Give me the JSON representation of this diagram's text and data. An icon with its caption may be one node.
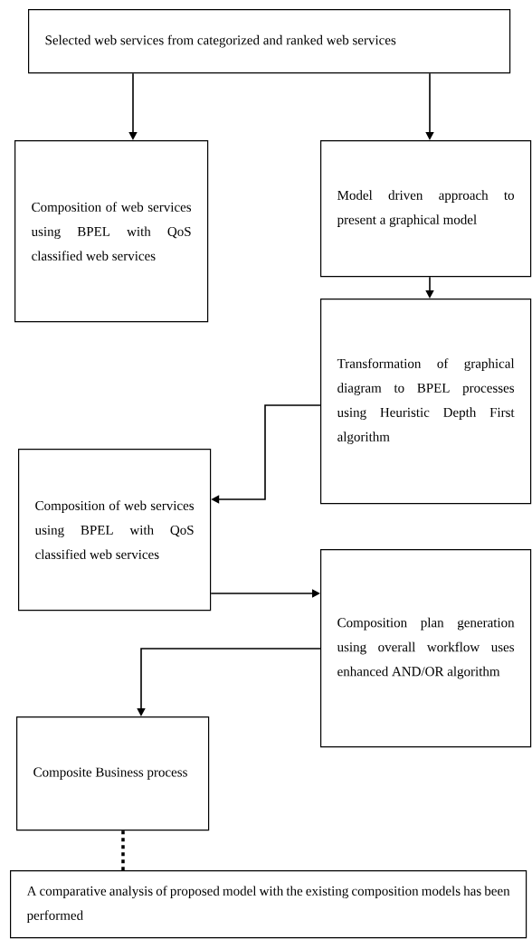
{
  "diagram": {
    "nodes": [
      {
        "text": [
          "Selected web services from categorized and ranked web services"
        ]
      },
      {
        "text": [
          "Composition of web services using BPEL with QoS classified web services"
        ]
      },
      {
        "text": [
          "Model driven approach to present a graphical model"
        ]
      },
      {
        "text": [
          "Transformation of graphical diagram to BPEL processes using Heuristic Depth First algorithm"
        ]
      },
      {
        "text": [
          "Composition of web services using BPEL with QoS classified web services"
        ]
      },
      {
        "text": [
          "Composition plan generation using overall workflow uses enhanced AND/OR algorithm"
        ]
      },
      {
        "text": [
          "Composite Business process"
        ]
      },
      {
        "text": [
          "A comparative analysis of proposed model with the existing composition models has been performed"
        ]
      }
    ],
    "edges": [
      {
        "from": 0,
        "to": 1,
        "arrow": "to"
      },
      {
        "from": 0,
        "to": 2,
        "arrow": "to"
      },
      {
        "from": 2,
        "to": 3,
        "arrow": "to"
      },
      {
        "from": 3,
        "to": 4,
        "arrow": "to"
      },
      {
        "from": 4,
        "to": 5,
        "arrow": "to"
      },
      {
        "from": 5,
        "to": 6,
        "arrow": "to"
      },
      {
        "from": 6,
        "to": 7,
        "arrow": "none",
        "style": "dashed"
      }
    ]
  }
}
